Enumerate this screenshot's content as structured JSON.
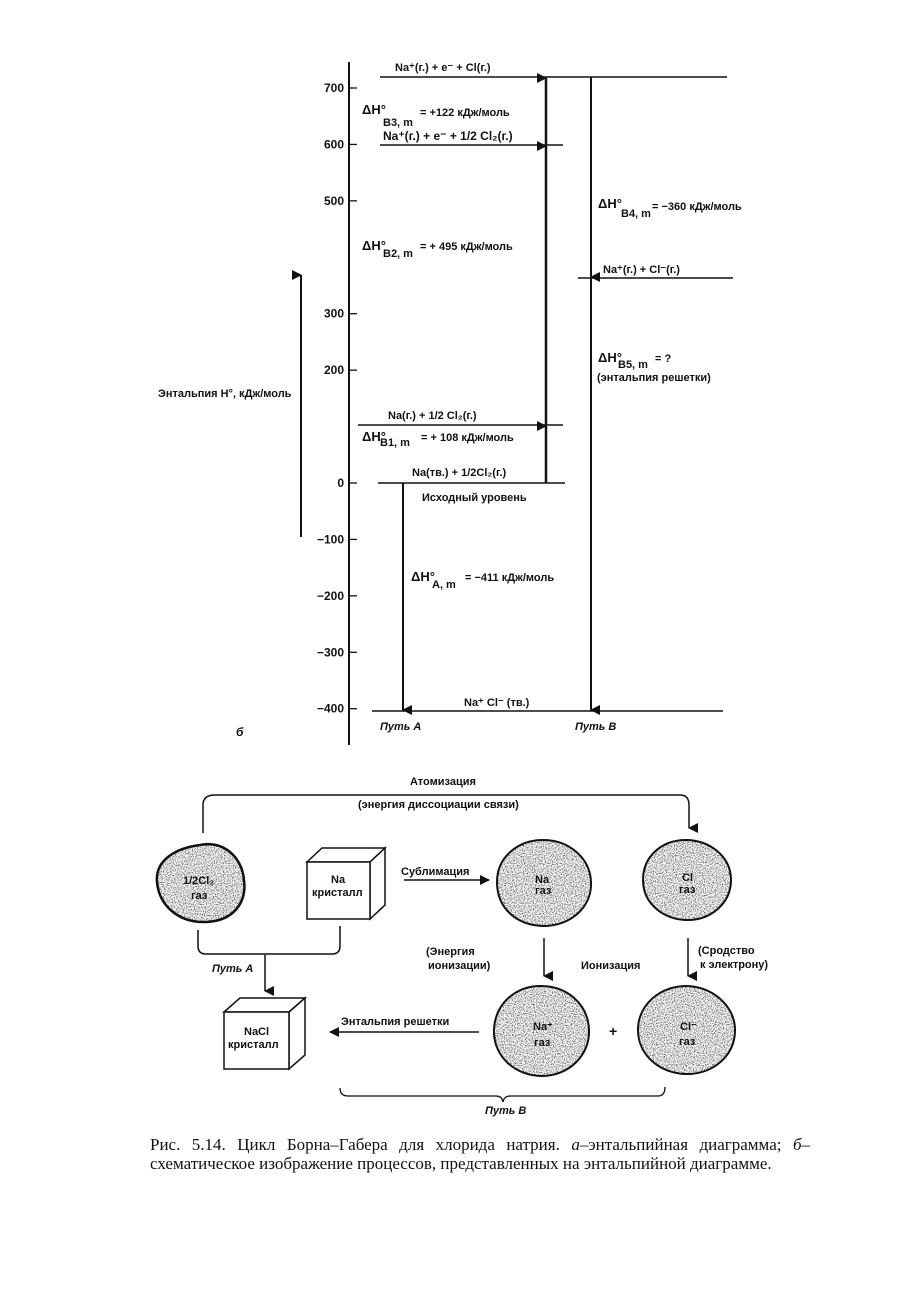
{
  "part_a": {
    "axis_title": "Энтальпия H°, кДж/моль",
    "ticks": [
      "700",
      "600",
      "500",
      "300",
      "200",
      "0",
      "−100",
      "−200",
      "−300",
      "−400"
    ],
    "tick_values": [
      700,
      600,
      500,
      300,
      200,
      0,
      -100,
      -200,
      -300,
      -400
    ],
    "levels": [
      {
        "id": "top",
        "label": "Na⁺(г.) + e⁻ + Cl(г.)",
        "value": 716
      },
      {
        "id": "ion",
        "label": "Na⁺(г.) + e⁻ + 1/2 Cl₂(г.)",
        "value": 603
      },
      {
        "id": "naCl_gas",
        "label": "Na⁺(г.) + Cl⁻(г.)",
        "value": 370
      },
      {
        "id": "na_gas",
        "label": "Na(г.) + 1/2 Cl₂(г.)",
        "value": 108
      },
      {
        "id": "start",
        "label": "Na(тв.) + 1/2Cl₂(г.)",
        "value": 0
      },
      {
        "id": "solid",
        "label": "Na⁺ Cl⁻ (тв.)",
        "value": -411
      }
    ],
    "steps": {
      "b3": {
        "symbol": "ΔH°",
        "sub": "B3, m",
        "value": "= +122 кДж/моль"
      },
      "b2": {
        "symbol": "ΔH°",
        "sub": "B2, m",
        "value": "= + 495 кДж/моль"
      },
      "b1": {
        "symbol": "ΔH°",
        "sub": "B1, m",
        "value": "= + 108 кДж/моль"
      },
      "b4": {
        "symbol": "ΔH°",
        "sub": "B4, m",
        "value": "= −360 кДж/моль"
      },
      "b5": {
        "symbol": "ΔH°",
        "sub": "B5, m",
        "value": "= ?",
        "note": "(энтальпия решетки)"
      },
      "a": {
        "symbol": "ΔH°",
        "sub": "A, m",
        "value": "= −411 кДж/моль"
      }
    },
    "start_label": "Исходный уровень",
    "path_a": "Путь A",
    "path_b": "Путь B",
    "part_letter": "б"
  },
  "part_b": {
    "atomization": "Атомизация",
    "atomization_note": "(энергия диссоциации связи)",
    "cl2_gas": {
      "line1": "1/2Cl₂",
      "line2": "газ"
    },
    "na_crystal": {
      "line1": "Na",
      "line2": "кристалл"
    },
    "sublimation": "Сублимация",
    "na_gas": {
      "line1": "Na",
      "line2": "газ"
    },
    "cl_gas": {
      "line1": "Cl",
      "line2": "газ"
    },
    "ionization_energy": {
      "line1": "(Энергия",
      "line2": "ионизации)"
    },
    "ionization": "Ионизация",
    "electron_affinity": {
      "line1": "(Сродство",
      "line2": "к электрону)"
    },
    "path_a": "Путь A",
    "nacl_crystal": {
      "line1": "NaCl",
      "line2": "кристалл"
    },
    "lattice_enthalpy": "Энтальпия решетки",
    "na_ion_gas": {
      "line1": "Na⁺",
      "line2": "газ"
    },
    "plus": "+",
    "cl_ion_gas": {
      "line1": "Cl⁻",
      "line2": "газ"
    },
    "path_b": "Путь B"
  },
  "caption": {
    "prefix": "Рис. 5.14. Цикл Борна–Габера для хлорида натрия. ",
    "a_letter": "а",
    "a_text": "–энтальпийная диаграмма; ",
    "b_letter": "б",
    "b_text": "–схематическое изображение процессов, представленных на энтальпийной диаграмме."
  }
}
